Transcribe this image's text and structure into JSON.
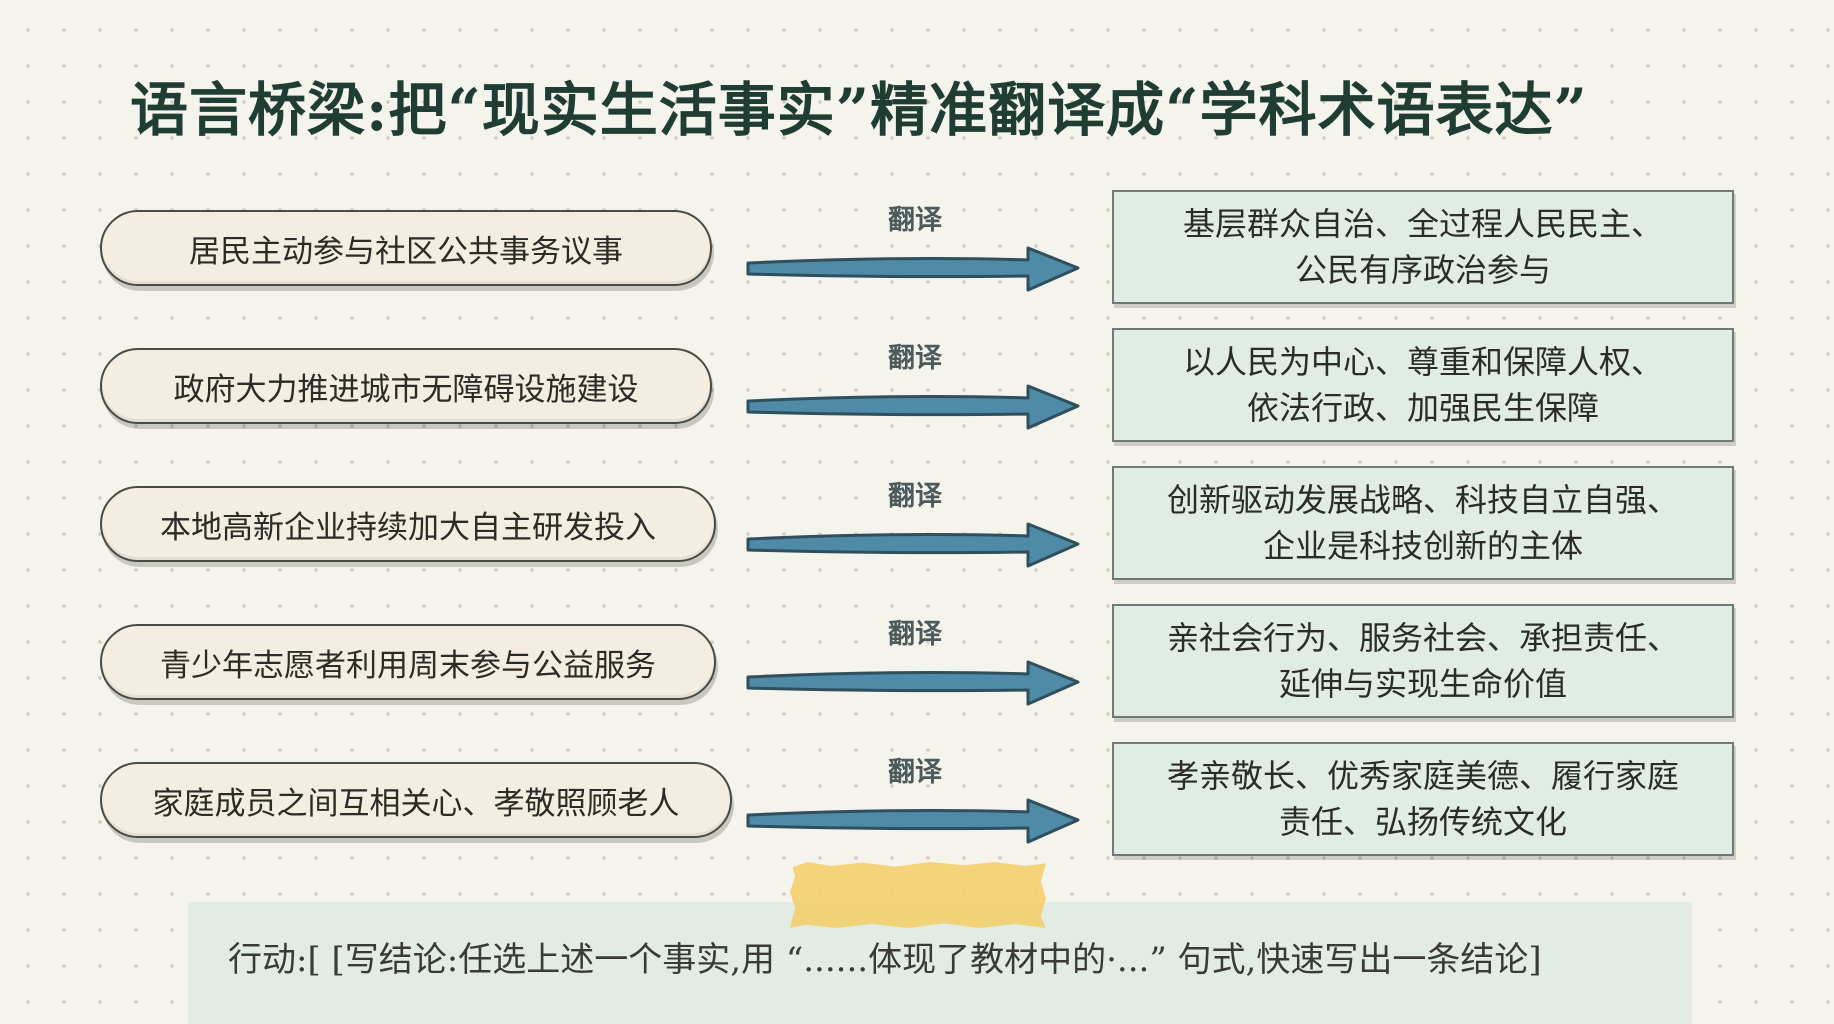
{
  "title": "语言桥梁:把“现实生活事实”精准翻译成“学科术语表达”",
  "rows": [
    {
      "fact": "居民主动参与社区公共事务议事",
      "label": "翻译",
      "term_line1": "基层群众自治、全过程人民民主、",
      "term_line2": "公民有序政治参与"
    },
    {
      "fact": "政府大力推进城市无障碍设施建设",
      "label": "翻译",
      "term_line1": "以人民为中心、尊重和保障人权、",
      "term_line2": "依法行政、加强民生保障"
    },
    {
      "fact": "本地高新企业持续加大自主研发投入",
      "label": "翻译",
      "term_line1": "创新驱动发展战略、科技自立自强、",
      "term_line2": "企业是科技创新的主体"
    },
    {
      "fact": "青少年志愿者利用周末参与公益服务",
      "label": "翻译",
      "term_line1": "亲社会行为、服务社会、承担责任、",
      "term_line2": "延伸与实现生命价值"
    },
    {
      "fact": "家庭成员之间互相关心、孝敬照顾老人",
      "label": "翻译",
      "term_line1": "孝亲敬长、优秀家庭美德、履行家庭",
      "term_line2": "责任、弘扬传统文化"
    }
  ],
  "action": "行动:[ [写结论:任选上述一个事实,用 “......体现了教材中的·...” 句式,快速写出一条结论]",
  "colors": {
    "title": "#1f3d33",
    "arrow": "#4f8aa6",
    "term_box_bg": "#e1ece4",
    "fact_pill_bg": "#f3ede2",
    "tape": "#f3cf70"
  }
}
